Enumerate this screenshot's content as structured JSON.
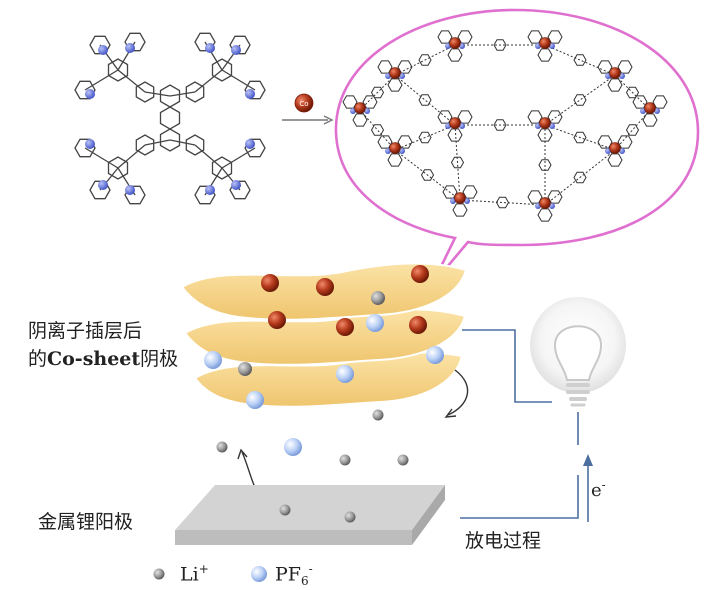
{
  "labels": {
    "cathode_line1": "阴离子插层后",
    "cathode_line2_prefix": "的",
    "cathode_line2_bold": "Co-sheet",
    "cathode_line2_suffix": "阴极",
    "anode": "金属锂阳极",
    "discharge": "放电过程",
    "electron": "e",
    "electron_sup": "-",
    "co_ion": "Co"
  },
  "legend": {
    "li_base": "Li",
    "li_sup": "+",
    "pf_base": "PF",
    "pf_sub": "6",
    "pf_sup": "-"
  },
  "colors": {
    "sheet": "#f5d486",
    "sheet_edge": "#d9b25a",
    "co_ball": "#b53a1c",
    "pf_ball": "#a9c3f2",
    "li_ball": "#9b9b9b",
    "bubble_outline": "#e070d0",
    "wire": "#4d6f9f",
    "plate": "#d0d0d0"
  },
  "icons": [
    "lightbulb-icon",
    "cobalt-ion-icon",
    "curved-arrow-icon"
  ]
}
